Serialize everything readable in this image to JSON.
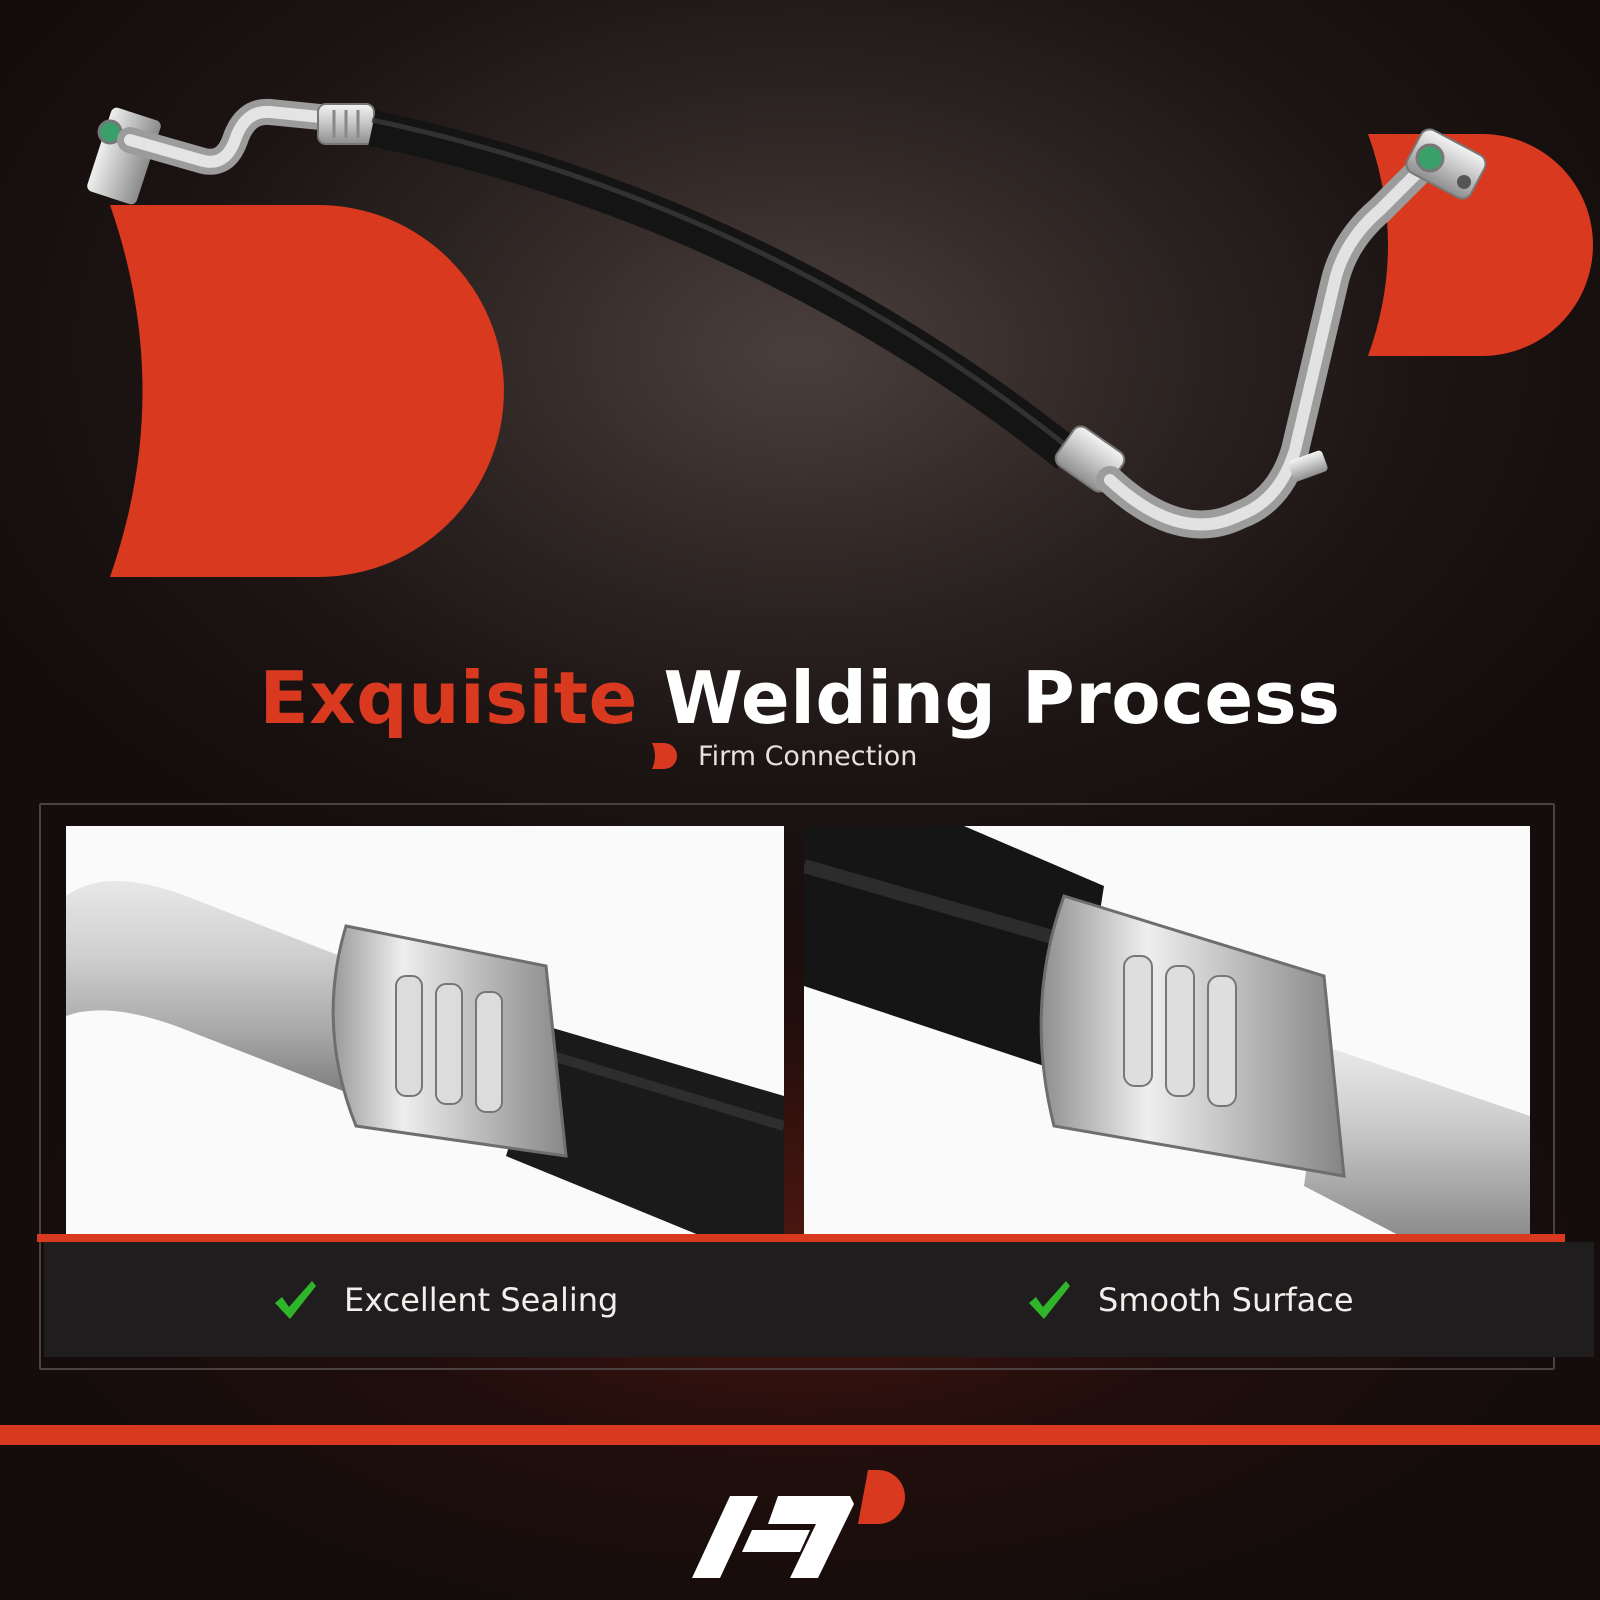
{
  "headline": {
    "accent": "Exquisite",
    "main": "Welding Process"
  },
  "subheadline": "Firm Connection",
  "features": [
    {
      "label": "Excellent Sealing",
      "icon": "check-icon"
    },
    {
      "label": "Smooth Surface",
      "icon": "check-icon"
    }
  ],
  "colors": {
    "accent": "#d8391f",
    "check": "#2fb52a",
    "background": "#1b1413"
  }
}
